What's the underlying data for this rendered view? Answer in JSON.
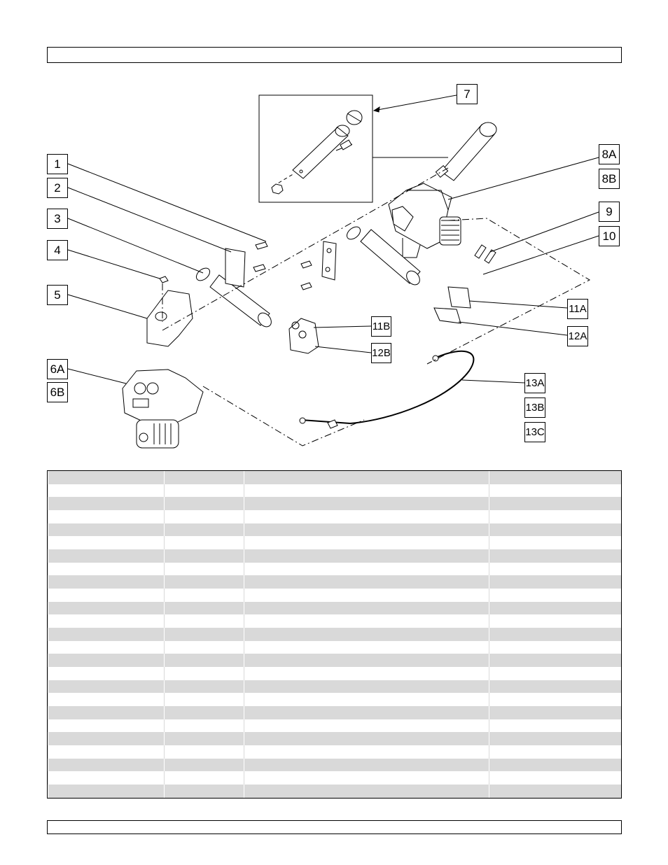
{
  "header": {
    "text": ""
  },
  "footer": {
    "text": ""
  },
  "diagram": {
    "callouts": [
      "1",
      "2",
      "3",
      "4",
      "5",
      "6A",
      "6B",
      "7",
      "8A",
      "8B",
      "9",
      "10",
      "11A",
      "12A",
      "11B",
      "12B",
      "13A",
      "13B",
      "13C"
    ]
  },
  "parts_table": {
    "columns": [
      "",
      "",
      "",
      ""
    ],
    "row_count": 25
  }
}
